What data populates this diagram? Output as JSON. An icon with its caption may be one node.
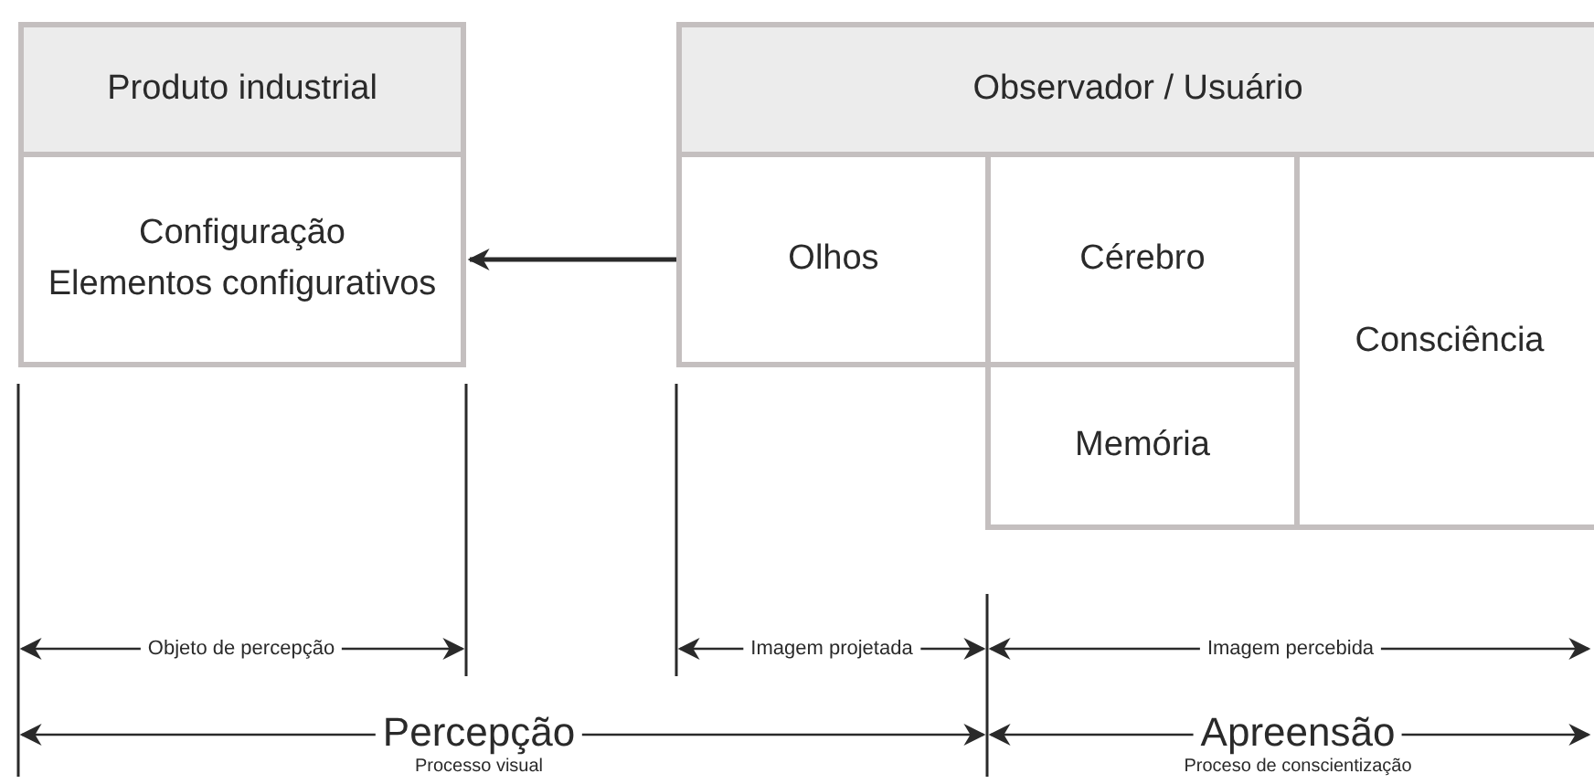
{
  "diagram": {
    "nodes": [
      {
        "text": [
          "Produto industrial"
        ]
      },
      {
        "text": [
          "Configuração",
          "Elementos configurativos"
        ]
      },
      {
        "text": [
          "Observador / Usuário"
        ]
      },
      {
        "text": [
          "Olhos"
        ]
      },
      {
        "text": [
          "Cérebro"
        ]
      },
      {
        "text": [
          "Memória"
        ]
      },
      {
        "text": [
          "Consciência"
        ]
      }
    ],
    "edges": [
      {
        "from": 3,
        "to": 1,
        "arrow": "to"
      }
    ],
    "labels": [
      "Objeto de percepção",
      "Imagem projetada",
      "Imagem percebida",
      "Percepção",
      "Processo visual",
      "Apreensão",
      "Proceso de conscientização"
    ]
  }
}
